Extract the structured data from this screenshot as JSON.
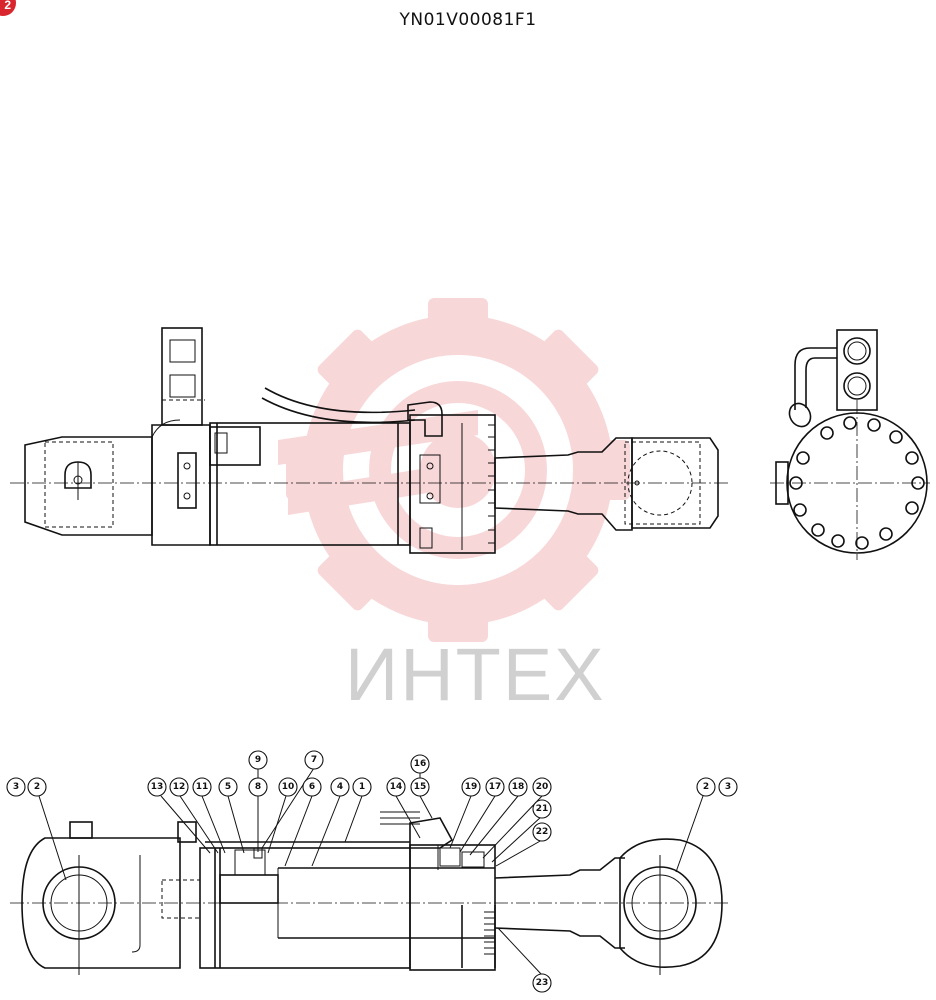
{
  "header": {
    "badge": "2",
    "title": "YN01V00081F1"
  },
  "watermark": {
    "text": "ИНТЕХ",
    "color": "#f4b8bb"
  },
  "callouts": {
    "c1": "1",
    "c2": "2",
    "c3": "3",
    "c4": "4",
    "c5": "5",
    "c6": "6",
    "c7": "7",
    "c8": "8",
    "c9": "9",
    "c10": "10",
    "c11": "11",
    "c12": "12",
    "c13": "13",
    "c14": "14",
    "c15": "15",
    "c16": "16",
    "c17": "17",
    "c18": "18",
    "c19": "19",
    "c20": "20",
    "c21": "21",
    "c22": "22",
    "c23": "23",
    "c2b": "2",
    "c3b": "3"
  }
}
